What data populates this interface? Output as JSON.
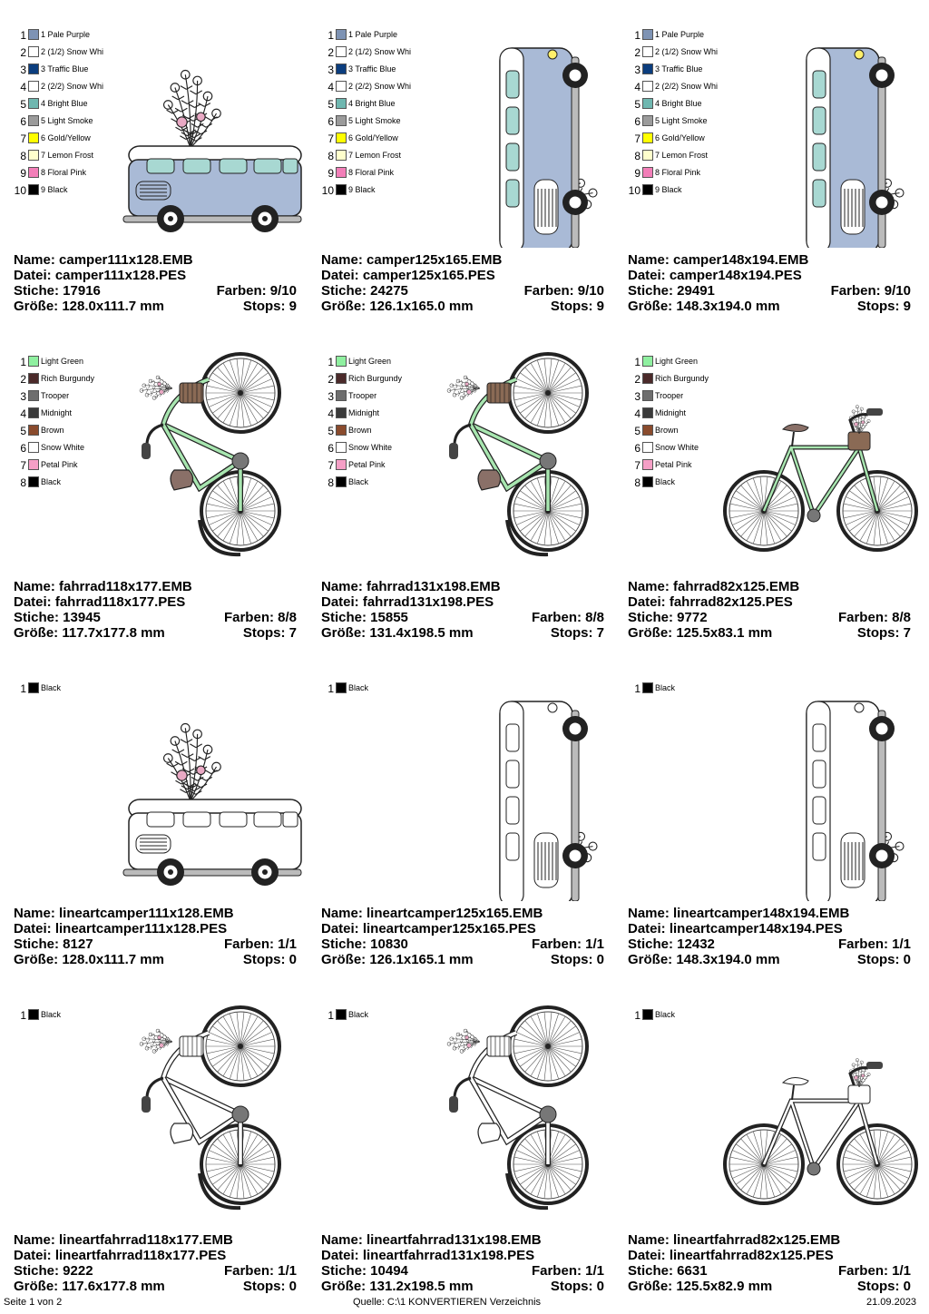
{
  "palettes": {
    "camper": [
      {
        "num": "1",
        "name": "1 Pale Purple",
        "color": "#7e93b4"
      },
      {
        "num": "2",
        "name": "2 (1/2) Snow Whi",
        "color": "#ffffff"
      },
      {
        "num": "3",
        "name": "3 Traffic Blue",
        "color": "#0b3d7e"
      },
      {
        "num": "4",
        "name": "2 (2/2) Snow Whi",
        "color": "#ffffff"
      },
      {
        "num": "5",
        "name": "4 Bright Blue",
        "color": "#6fb7b0"
      },
      {
        "num": "6",
        "name": "5 Light Smoke",
        "color": "#9b9b9b"
      },
      {
        "num": "7",
        "name": "6 Gold/Yellow",
        "color": "#ffff00"
      },
      {
        "num": "8",
        "name": "7 Lemon Frost",
        "color": "#ffffcc"
      },
      {
        "num": "9",
        "name": "8 Floral Pink",
        "color": "#f27eb8"
      },
      {
        "num": "10",
        "name": "9 Black",
        "color": "#000000"
      }
    ],
    "bike": [
      {
        "num": "1",
        "name": "Light Green",
        "color": "#8ff0a0"
      },
      {
        "num": "2",
        "name": "Rich Burgundy",
        "color": "#4b2a2a"
      },
      {
        "num": "3",
        "name": "Trooper",
        "color": "#6e6e6e"
      },
      {
        "num": "4",
        "name": "Midnight",
        "color": "#3a3a3a"
      },
      {
        "num": "5",
        "name": "Brown",
        "color": "#8a4b2d"
      },
      {
        "num": "6",
        "name": "Snow White",
        "color": "#ffffff"
      },
      {
        "num": "7",
        "name": "Petal Pink",
        "color": "#f59fc6"
      },
      {
        "num": "8",
        "name": "Black",
        "color": "#000000"
      }
    ],
    "mono": [
      {
        "num": "1",
        "name": "Black",
        "color": "#000000"
      }
    ]
  },
  "designs": [
    {
      "palette": "camper",
      "art": "camper-h",
      "lineart": false,
      "name": "Name: camper111x128.EMB",
      "file": "Datei: camper111x128.PES",
      "stitches": "Stiche: 17916",
      "colors": "Farben: 9/10",
      "size": "Größe: 128.0x111.7 mm",
      "stops": "Stops: 9"
    },
    {
      "palette": "camper",
      "art": "camper-v",
      "lineart": false,
      "name": "Name: camper125x165.EMB",
      "file": "Datei: camper125x165.PES",
      "stitches": "Stiche: 24275",
      "colors": "Farben: 9/10",
      "size": "Größe: 126.1x165.0 mm",
      "stops": "Stops: 9"
    },
    {
      "palette": "camper",
      "art": "camper-v",
      "lineart": false,
      "name": "Name: camper148x194.EMB",
      "file": "Datei: camper148x194.PES",
      "stitches": "Stiche: 29491",
      "colors": "Farben: 9/10",
      "size": "Größe: 148.3x194.0 mm",
      "stops": "Stops: 9"
    },
    {
      "palette": "bike",
      "art": "bike-v",
      "lineart": false,
      "name": "Name: fahrrad118x177.EMB",
      "file": "Datei: fahrrad118x177.PES",
      "stitches": "Stiche: 13945",
      "colors": "Farben: 8/8",
      "size": "Größe: 117.7x177.8 mm",
      "stops": "Stops: 7"
    },
    {
      "palette": "bike",
      "art": "bike-v",
      "lineart": false,
      "name": "Name: fahrrad131x198.EMB",
      "file": "Datei: fahrrad131x198.PES",
      "stitches": "Stiche: 15855",
      "colors": "Farben: 8/8",
      "size": "Größe: 131.4x198.5 mm",
      "stops": "Stops: 7"
    },
    {
      "palette": "bike",
      "art": "bike-h",
      "lineart": false,
      "name": "Name: fahrrad82x125.EMB",
      "file": "Datei: fahrrad82x125.PES",
      "stitches": "Stiche: 9772",
      "colors": "Farben: 8/8",
      "size": "Größe: 125.5x83.1 mm",
      "stops": "Stops: 7"
    },
    {
      "palette": "mono",
      "art": "camper-h",
      "lineart": true,
      "name": "Name: lineartcamper111x128.EMB",
      "file": "Datei: lineartcamper111x128.PES",
      "stitches": "Stiche: 8127",
      "colors": "Farben: 1/1",
      "size": "Größe: 128.0x111.7 mm",
      "stops": "Stops: 0"
    },
    {
      "palette": "mono",
      "art": "camper-v",
      "lineart": true,
      "name": "Name: lineartcamper125x165.EMB",
      "file": "Datei: lineartcamper125x165.PES",
      "stitches": "Stiche: 10830",
      "colors": "Farben: 1/1",
      "size": "Größe: 126.1x165.1 mm",
      "stops": "Stops: 0"
    },
    {
      "palette": "mono",
      "art": "camper-v",
      "lineart": true,
      "name": "Name: lineartcamper148x194.EMB",
      "file": "Datei: lineartcamper148x194.PES",
      "stitches": "Stiche: 12432",
      "colors": "Farben: 1/1",
      "size": "Größe: 148.3x194.0 mm",
      "stops": "Stops: 0"
    },
    {
      "palette": "mono",
      "art": "bike-v",
      "lineart": true,
      "name": "Name: lineartfahrrad118x177.EMB",
      "file": "Datei: lineartfahrrad118x177.PES",
      "stitches": "Stiche: 9222",
      "colors": "Farben: 1/1",
      "size": "Größe: 117.6x177.8 mm",
      "stops": "Stops: 0"
    },
    {
      "palette": "mono",
      "art": "bike-v",
      "lineart": true,
      "name": "Name: lineartfahrrad131x198.EMB",
      "file": "Datei: lineartfahrrad131x198.PES",
      "stitches": "Stiche: 10494",
      "colors": "Farben: 1/1",
      "size": "Größe: 131.2x198.5 mm",
      "stops": "Stops: 0"
    },
    {
      "palette": "mono",
      "art": "bike-h",
      "lineart": true,
      "name": "Name: lineartfahrrad82x125.EMB",
      "file": "Datei: lineartfahrrad82x125.PES",
      "stitches": "Stiche: 6631",
      "colors": "Farben: 1/1",
      "size": "Größe: 125.5x82.9 mm",
      "stops": "Stops: 0"
    }
  ],
  "footer": {
    "page": "Seite 1 von 2",
    "source": "Quelle: C:\\1 KONVERTIEREN Verzeichnis",
    "date": "21.09.2023"
  }
}
